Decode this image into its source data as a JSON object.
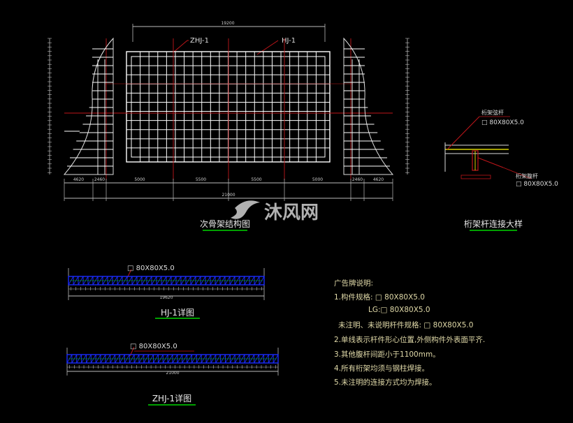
{
  "main_drawing": {
    "top_width": "19200",
    "label_zhj": "ZHJ-1",
    "label_hj": "HJ-1",
    "bottom_dims": [
      "4620",
      "2460",
      "5000",
      "5500",
      "5500",
      "5000",
      "2460",
      "4620"
    ],
    "total_width": "21000",
    "title": "次骨架结构图"
  },
  "joint_detail": {
    "upper_label": "桁架弦杆",
    "upper_spec": "□ 80X80X5.0",
    "lower_label": "桁架腹杆",
    "lower_spec": "□ 80X80X5.0",
    "title": "桁架杆连接大样"
  },
  "hj_detail": {
    "spec": "□ 80X80X5.0",
    "length": "19620",
    "title": "HJ-1详图"
  },
  "zhj_detail": {
    "spec": "□ 80X80X5.0",
    "length": "21000",
    "title": "ZHJ-1详图"
  },
  "notes": {
    "heading": "广告牌说明:",
    "line1": "1.构件规格: □ 80X80X5.0",
    "line1b": "LG:□ 80X80X5.0",
    "line2": "未注明、未说明杆件规格: □ 80X80X5.0",
    "line3": "2.单线表示杆件形心位置,外侧构件外表面平齐.",
    "line4": "3.其他腹杆间距小于1100mm。",
    "line5": "4.所有桁架均须与钢柱焊接。",
    "line6": "5.未注明的连接方式均为焊接。"
  },
  "watermark": {
    "text": "沐风网"
  },
  "colors": {
    "background": "#000000",
    "grid": "#ffffff",
    "red": "#c0161a",
    "dim": "#bbbbbb",
    "yellow": "#d8d200",
    "title_underline": "#00a000",
    "blue": "#1a2cff",
    "green": "#00cc00",
    "notes": "#e0d9a8"
  }
}
